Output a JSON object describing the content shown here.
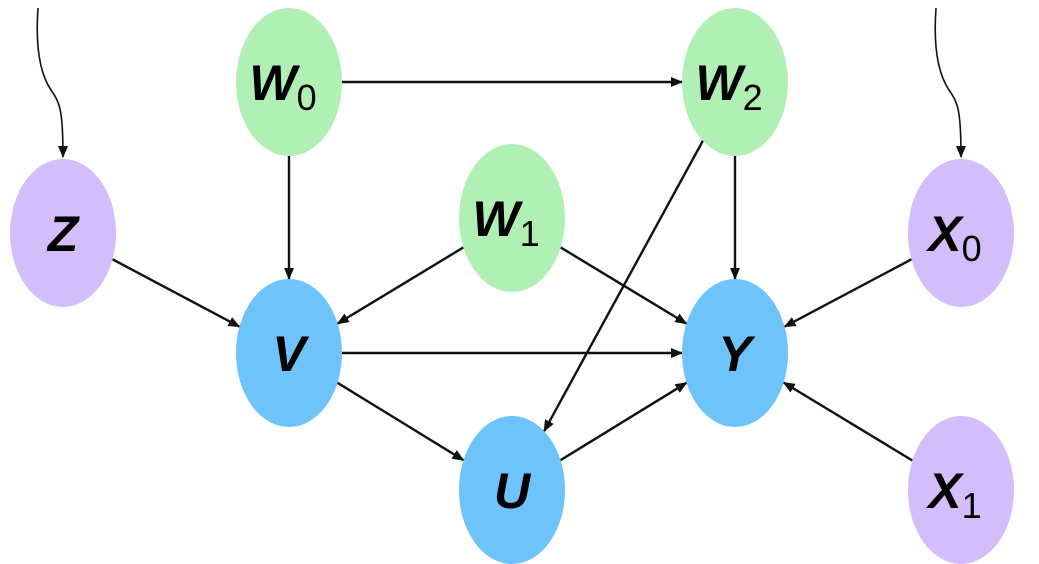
{
  "diagram": {
    "type": "directed-acyclic-graph",
    "colors": {
      "green": "#b1f0b5",
      "blue": "#6ec3fb",
      "purple": "#d3bdfa",
      "edge": "#111111"
    },
    "nodes": [
      {
        "id": "W0",
        "letter": "W",
        "sub": "0",
        "color": "green"
      },
      {
        "id": "W1",
        "letter": "W",
        "sub": "1",
        "color": "green"
      },
      {
        "id": "W2",
        "letter": "W",
        "sub": "2",
        "color": "green"
      },
      {
        "id": "Z",
        "letter": "Z",
        "sub": "",
        "color": "purple"
      },
      {
        "id": "X0",
        "letter": "X",
        "sub": "0",
        "color": "purple"
      },
      {
        "id": "X1",
        "letter": "X",
        "sub": "1",
        "color": "purple"
      },
      {
        "id": "V",
        "letter": "V",
        "sub": "",
        "color": "blue"
      },
      {
        "id": "Y",
        "letter": "Y",
        "sub": "",
        "color": "blue"
      },
      {
        "id": "U",
        "letter": "U",
        "sub": "",
        "color": "blue"
      }
    ],
    "edges": [
      {
        "from": "W0",
        "to": "W2"
      },
      {
        "from": "W0",
        "to": "V"
      },
      {
        "from": "W1",
        "to": "V"
      },
      {
        "from": "W1",
        "to": "Y"
      },
      {
        "from": "W2",
        "to": "Y"
      },
      {
        "from": "W2",
        "to": "U"
      },
      {
        "from": "Z",
        "to": "V"
      },
      {
        "from": "V",
        "to": "Y"
      },
      {
        "from": "V",
        "to": "U"
      },
      {
        "from": "U",
        "to": "Y"
      },
      {
        "from": "X0",
        "to": "Y"
      },
      {
        "from": "X1",
        "to": "Y"
      }
    ],
    "external_inputs": [
      {
        "to": "Z",
        "style": "wavy"
      },
      {
        "to": "X0",
        "style": "wavy"
      }
    ]
  }
}
